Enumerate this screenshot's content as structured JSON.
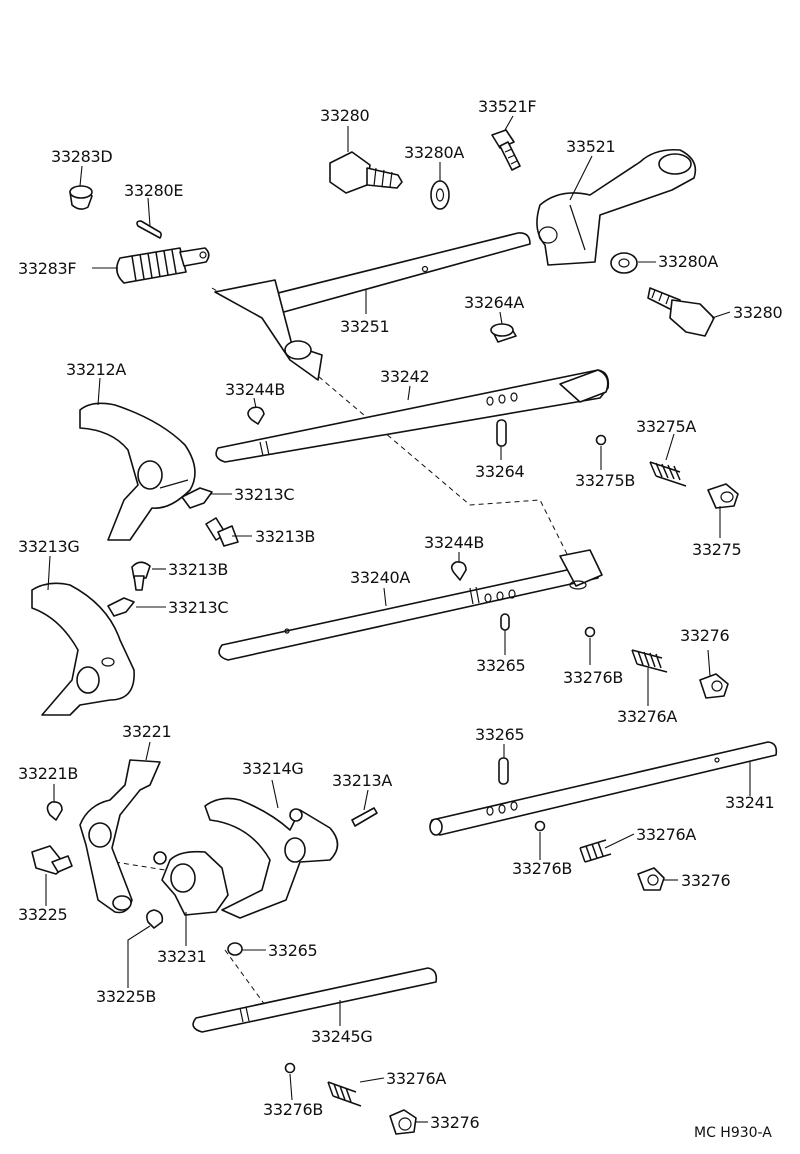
{
  "diagram": {
    "parts": [
      "33280",
      "33521F",
      "33521",
      "33283D",
      "33280A",
      "33280E",
      "33283F",
      "33280A",
      "33280",
      "33264A",
      "33251",
      "33212A",
      "33244B",
      "33242",
      "33275A",
      "33213C",
      "33264",
      "33275B",
      "33213B",
      "33275",
      "33213G",
      "33244B",
      "33213B",
      "33240A",
      "33213C",
      "33276",
      "33265",
      "33276B",
      "33276A",
      "33221",
      "33265",
      "33221B",
      "33214G",
      "33213A",
      "33241",
      "33276A",
      "33276B",
      "33276",
      "33225",
      "33265",
      "33231",
      "33225B",
      "33245G",
      "33276A",
      "33276B",
      "33276"
    ],
    "code": "MC  H930-A"
  }
}
